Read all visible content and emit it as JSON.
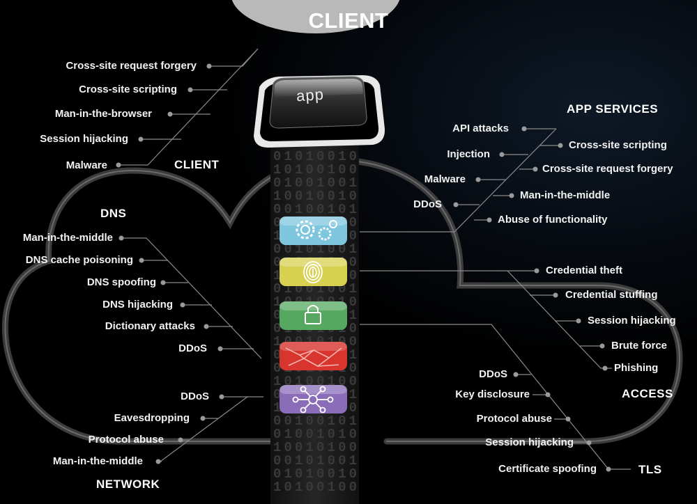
{
  "title": "CLIENT",
  "app_label": "app",
  "binary_text": "01010010",
  "colors": {
    "app_services": "#7ec6de",
    "access": "#d8d050",
    "tls": "#56a860",
    "dns": "#d8352e",
    "network": "#8a6cb8",
    "cloud_outline": "#4a4a4a",
    "tower": "#1d1d1d",
    "connector": "#8a8a8a"
  },
  "groups": {
    "client": {
      "heading": "CLIENT",
      "items": [
        "Cross-site request forgery",
        "Cross-site scripting",
        "Man-in-the-browser",
        "Session hijacking",
        "Malware"
      ]
    },
    "dns": {
      "heading": "DNS",
      "items": [
        "Man-in-the-middle",
        "DNS cache poisoning",
        "DNS spoofing",
        "DNS hijacking",
        "Dictionary attacks",
        "DDoS"
      ]
    },
    "network": {
      "heading": "NETWORK",
      "items": [
        "DDoS",
        "Eavesdropping",
        "Protocol abuse",
        "Man-in-the-middle"
      ]
    },
    "app_services": {
      "heading": "APP SERVICES",
      "items": [
        "API attacks",
        "Cross-site scripting",
        "Injection",
        "Cross-site request forgery",
        "Malware",
        "Man-in-the-middle",
        "DDoS",
        "Abuse of functionality"
      ]
    },
    "access": {
      "heading": "ACCESS",
      "items": [
        "Credential theft",
        "Credential stuffing",
        "Session hijacking",
        "Brute force",
        "Phishing"
      ]
    },
    "tls": {
      "heading": "TLS",
      "items": [
        "DDoS",
        "Key disclosure",
        "Protocol abuse",
        "Session hijacking",
        "Certificate spoofing"
      ]
    }
  },
  "icons": [
    "gears-icon",
    "fingerprint-icon",
    "padlock-icon",
    "network-map-icon",
    "hub-nodes-icon"
  ]
}
